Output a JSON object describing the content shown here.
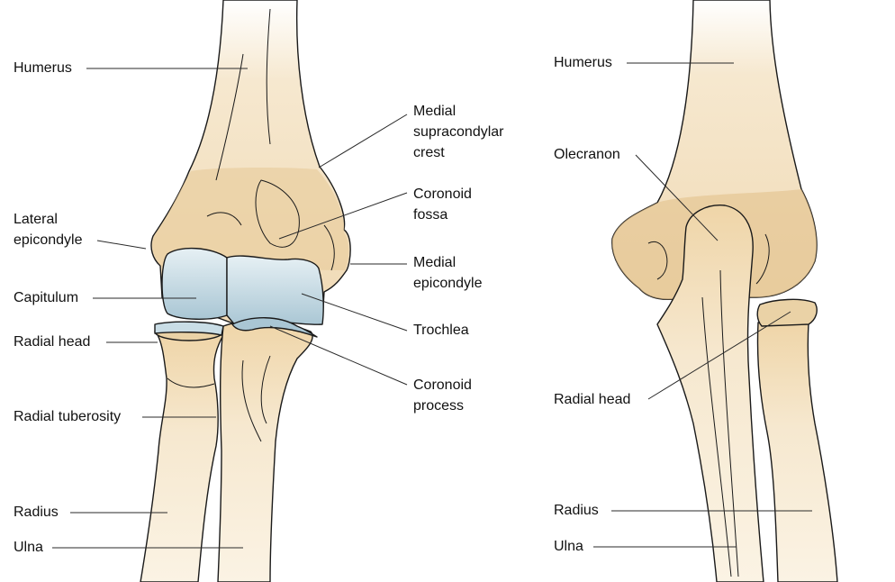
{
  "colors": {
    "bone_fill": "#f4e3c4",
    "bone_shade": "#e3c28c",
    "bone_outline": "#1a1a1a",
    "cartilage": "#c9dde6",
    "cartilage_dark": "#a9c6d4",
    "leader_line": "#2a2a2a",
    "label_text": "#111111"
  },
  "anterior_view": {
    "labels": {
      "humerus": "Humerus",
      "lateral_epicondyle": "Lateral\nepicondyle",
      "capitulum": "Capitulum",
      "radial_head": "Radial head",
      "radial_tuberosity": "Radial tuberosity",
      "radius": "Radius",
      "ulna": "Ulna",
      "medial_supracondylar_crest": "Medial\nsupracondylar\ncrest",
      "coronoid_fossa": "Coronoid\nfossa",
      "medial_epicondyle": "Medial\nepicondyle",
      "trochlea": "Trochlea",
      "coronoid_process": "Coronoid\nprocess"
    }
  },
  "lateral_view": {
    "labels": {
      "humerus": "Humerus",
      "olecranon": "Olecranon",
      "radial_head": "Radial head",
      "radius": "Radius",
      "ulna": "Ulna"
    }
  }
}
